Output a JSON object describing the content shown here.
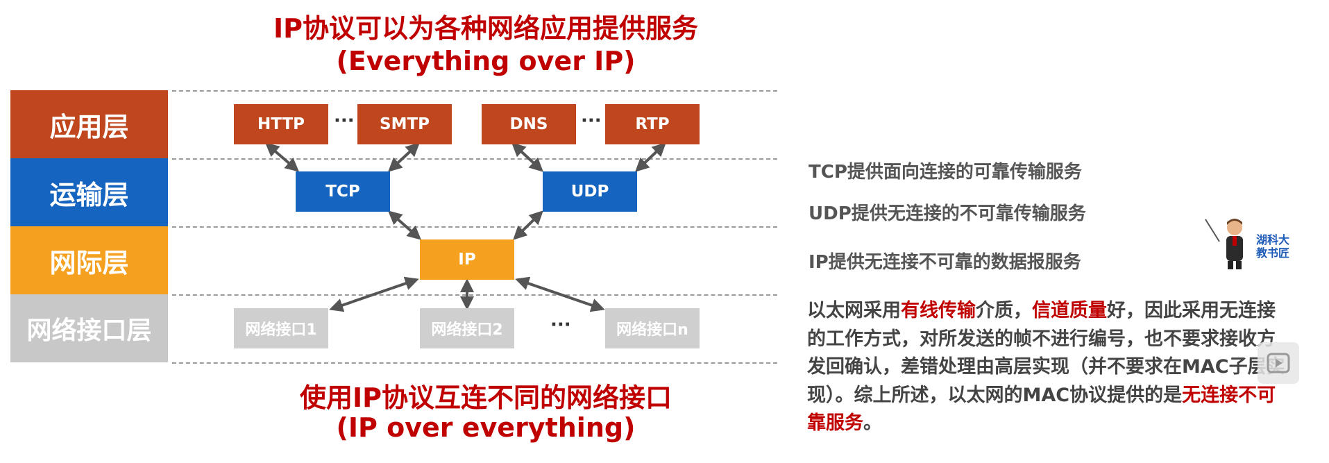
{
  "title_top": {
    "line1": "IP协议可以为各种网络应用提供服务",
    "line2": "(Everything over IP)"
  },
  "title_bottom": {
    "line1": "使用IP协议互连不同的网络接口",
    "line2": "(IP over everything)"
  },
  "layers": [
    "应用层",
    "运输层",
    "网际层",
    "网络接口层"
  ],
  "application_protocols": [
    "HTTP",
    "SMTP",
    "DNS",
    "RTP"
  ],
  "transport_protocols": [
    "TCP",
    "UDP"
  ],
  "network_protocol": "IP",
  "interfaces": [
    "网络接口1",
    "网络接口2",
    "网络接口n"
  ],
  "ellipsis": "···",
  "descriptions": [
    "TCP提供面向连接的可靠传输服务",
    "UDP提供无连接的不可靠传输服务",
    "IP提供无连接不可靠的数据报服务"
  ],
  "paragraph": {
    "p1": "以太网采用",
    "hl1": "有线传输",
    "p2": "介质，",
    "hl2": "信道质量",
    "p3": "好，因此采用无连接的工作方式，对所发送的帧不进行编号，也不要求接收方发回确认，差错处理由高层实现（并不要求在MAC子层实现）。综上所述，以太网的MAC协议提供的是",
    "hl3": "无连接不可靠服务",
    "p4": "。"
  },
  "avatar_label": [
    "湖科大",
    "教书匠"
  ],
  "colors": {
    "red": "#c00000",
    "application": "#c0461e",
    "transport": "#1565c0",
    "network": "#f5a01f",
    "interface": "#c8c8c8"
  }
}
